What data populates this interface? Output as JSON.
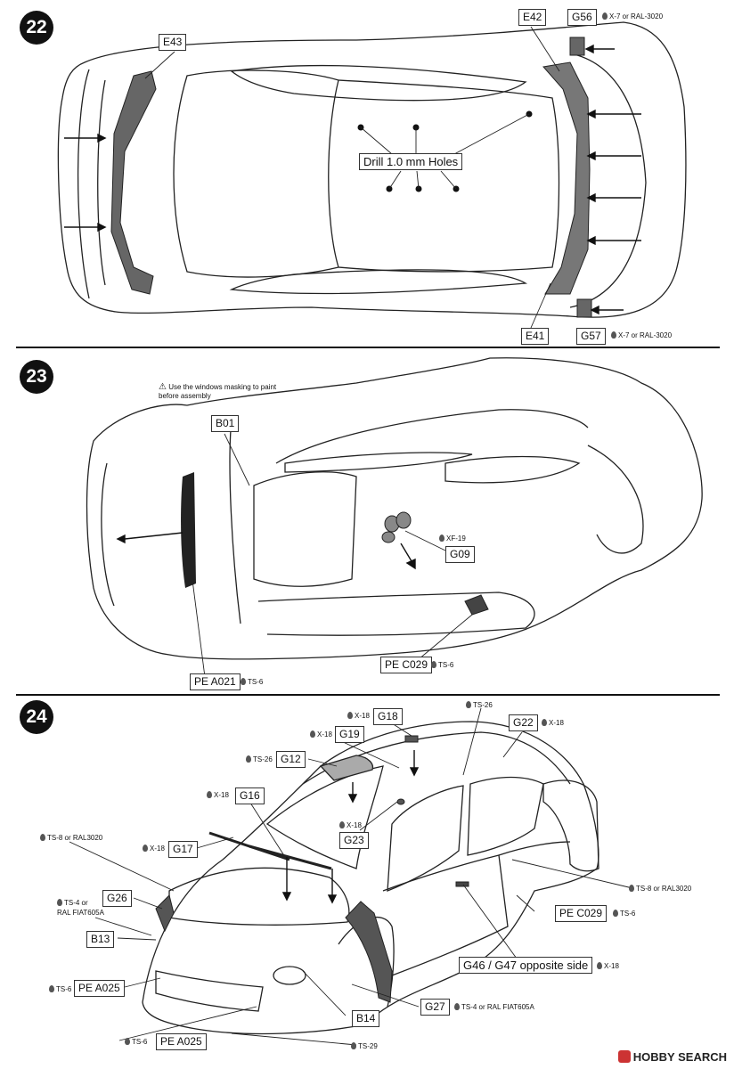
{
  "steps": [
    {
      "number": "22"
    },
    {
      "number": "23"
    },
    {
      "number": "24"
    }
  ],
  "step22": {
    "parts": {
      "e43": "E43",
      "e42": "E42",
      "g56": "G56",
      "e41": "E41",
      "g57": "G57"
    },
    "drill_note": "Drill 1.0 mm Holes",
    "paint_g56": "X-7 or RAL-3020",
    "paint_g57": "X-7 or RAL-3020"
  },
  "step23": {
    "warning": "Use the windows masking to paint before assembly",
    "parts": {
      "b01": "B01",
      "g09": "G09",
      "pe_c029": "PE C029",
      "pe_a021": "PE A021"
    },
    "paint_g09": "XF-19",
    "paint_pe_c029": "TS-6",
    "paint_pe_a021": "TS-6"
  },
  "step24": {
    "parts": {
      "g18": "G18",
      "g19": "G19",
      "g22": "G22",
      "g12": "G12",
      "g16": "G16",
      "g23": "G23",
      "g17": "G17",
      "g26": "G26",
      "b13": "B13",
      "pe_a025_top": "PE A025",
      "pe_a025_bottom": "PE A025",
      "b14": "B14",
      "g27": "G27",
      "pe_c029": "PE C029",
      "g46": "G46 / G47 opposite side"
    },
    "paints": {
      "g18": "X-18",
      "g19": "X-18",
      "g22": "X-18",
      "body_top": "TS-26",
      "g12": "TS-26",
      "g16": "X-18",
      "g23": "X-18",
      "g17": "X-18",
      "ts8": "TS-8 or RAL3020",
      "ts4_line1": "TS-4 or",
      "ts4_line2": "RAL FIAT605A",
      "pe_a025_top": "TS-6",
      "pe_a025_bottom": "TS-6",
      "ts29": "TS-29",
      "g27": "TS-4 or RAL FIAT605A",
      "g46": "X-18",
      "pe_c029": "TS-6",
      "body_side": "TS-8 or RAL3020"
    }
  },
  "watermark": "HOBBY SEARCH"
}
